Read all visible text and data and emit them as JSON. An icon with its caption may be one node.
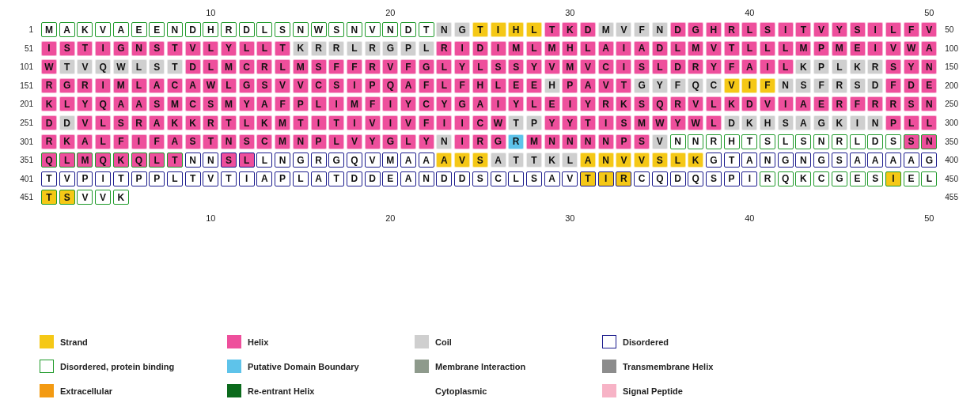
{
  "diagram": {
    "labels": [
      "10",
      "20",
      "30",
      "40",
      "50",
      "1",
      "M",
      "A",
      "K",
      "V",
      "A",
      "E",
      "E",
      "N",
      "D",
      "H",
      "R",
      "D",
      "L",
      "S",
      "N",
      "W",
      "S",
      "N",
      "V",
      "N",
      "D",
      "T",
      "N",
      "G",
      "T",
      "I",
      "H",
      "L",
      "T",
      "K",
      "D",
      "M",
      "V",
      "F",
      "N",
      "D",
      "G",
      "H",
      "R",
      "L",
      "S",
      "I",
      "T",
      "V",
      "Y",
      "S",
      "I",
      "L",
      "F",
      "V",
      "50",
      "51",
      "I",
      "S",
      "T",
      "I",
      "G",
      "N",
      "S",
      "T",
      "V",
      "L",
      "Y",
      "L",
      "L",
      "T",
      "K",
      "R",
      "R",
      "L",
      "R",
      "G",
      "P",
      "L",
      "R",
      "I",
      "D",
      "I",
      "M",
      "L",
      "M",
      "H",
      "L",
      "A",
      "I",
      "A",
      "D",
      "L",
      "M",
      "V",
      "T",
      "L",
      "L",
      "L",
      "M",
      "P",
      "M",
      "E",
      "I",
      "V",
      "W",
      "A",
      "100",
      "101",
      "W",
      "T",
      "V",
      "Q",
      "W",
      "L",
      "S",
      "T",
      "D",
      "L",
      "M",
      "C",
      "R",
      "L",
      "M",
      "S",
      "F",
      "F",
      "R",
      "V",
      "F",
      "G",
      "L",
      "Y",
      "L",
      "S",
      "S",
      "Y",
      "V",
      "M",
      "V",
      "C",
      "I",
      "S",
      "L",
      "D",
      "R",
      "Y",
      "F",
      "A",
      "I",
      "L",
      "K",
      "P",
      "L",
      "K",
      "R",
      "S",
      "Y",
      "N",
      "150",
      "151",
      "R",
      "G",
      "R",
      "I",
      "M",
      "L",
      "A",
      "C",
      "A",
      "W",
      "L",
      "G",
      "S",
      "V",
      "V",
      "C",
      "S",
      "I",
      "P",
      "Q",
      "A",
      "F",
      "L",
      "F",
      "H",
      "L",
      "E",
      "E",
      "H",
      "P",
      "A",
      "V",
      "T",
      "G",
      "Y",
      "F",
      "Q",
      "C",
      "V",
      "I",
      "F",
      "N",
      "S",
      "F",
      "R",
      "S",
      "D",
      "F",
      "D",
      "E",
      "200",
      "201",
      "K",
      "L",
      "Y",
      "Q",
      "A",
      "A",
      "S",
      "M",
      "C",
      "S",
      "M",
      "Y",
      "A",
      "F",
      "P",
      "L",
      "I",
      "M",
      "F",
      "I",
      "Y",
      "C",
      "Y",
      "G",
      "A",
      "I",
      "Y",
      "L",
      "E",
      "I",
      "Y",
      "R",
      "K",
      "S",
      "Q",
      "R",
      "V",
      "L",
      "K",
      "D",
      "V",
      "I",
      "A",
      "E",
      "R",
      "F",
      "R",
      "R",
      "S",
      "N",
      "250",
      "251",
      "D",
      "D",
      "V",
      "L",
      "S",
      "R",
      "A",
      "K",
      "K",
      "R",
      "T",
      "L",
      "K",
      "M",
      "T",
      "I",
      "T",
      "I",
      "V",
      "I",
      "V",
      "F",
      "I",
      "I",
      "C",
      "W",
      "T",
      "P",
      "Y",
      "Y",
      "T",
      "I",
      "S",
      "M",
      "W",
      "Y",
      "W",
      "L",
      "D",
      "K",
      "H",
      "S",
      "A",
      "G",
      "K",
      "I",
      "N",
      "P",
      "L",
      "L",
      "300",
      "301",
      "R",
      "K",
      "A",
      "L",
      "F",
      "I",
      "F",
      "A",
      "S",
      "T",
      "N",
      "S",
      "C",
      "M",
      "N",
      "P",
      "L",
      "V",
      "Y",
      "G",
      "L",
      "Y",
      "N",
      "I",
      "R",
      "G",
      "R",
      "M",
      "N",
      "N",
      "N",
      "N",
      "P",
      "S",
      "V",
      "N",
      "N",
      "R",
      "H",
      "T",
      "S",
      "L",
      "S",
      "N",
      "R",
      "L",
      "D",
      "S",
      "S",
      "N",
      "350",
      "351",
      "Q",
      "L",
      "M",
      "Q",
      "K",
      "Q",
      "L",
      "T",
      "N",
      "N",
      "S",
      "L",
      "L",
      "N",
      "G",
      "R",
      "G",
      "Q",
      "V",
      "M",
      "A",
      "A",
      "A",
      "V",
      "S",
      "A",
      "T",
      "T",
      "K",
      "L",
      "A",
      "N",
      "V",
      "V",
      "S",
      "L",
      "K",
      "G",
      "T",
      "A",
      "N",
      "G",
      "N",
      "G",
      "S",
      "A",
      "A",
      "A",
      "A",
      "G",
      "400",
      "401",
      "T",
      "V",
      "P",
      "I",
      "T",
      "P",
      "P",
      "L",
      "T",
      "V",
      "T",
      "I",
      "A",
      "P",
      "L",
      "A",
      "T",
      "D",
      "D",
      "E",
      "A",
      "N",
      "D",
      "D",
      "S",
      "C",
      "L",
      "S",
      "A",
      "V",
      "T",
      "I",
      "R",
      "C",
      "Q",
      "D",
      "Q",
      "S",
      "P",
      "I",
      "R",
      "Q",
      "K",
      "C",
      "G",
      "E",
      "S",
      "I",
      "E",
      "L",
      "450",
      "451",
      "T",
      "S",
      "V",
      "V",
      "K",
      "455",
      "10",
      "20",
      "30",
      "40",
      "50"
    ],
    "legend": [
      {
        "text": "Strand",
        "color": "#f5c816"
      },
      {
        "text": "Helix",
        "color": "#ee4f9c"
      },
      {
        "text": "Coil",
        "color": "#cfcfcf"
      },
      {
        "text": "Disordered"
      },
      {
        "text": "Disordered, protein binding"
      },
      {
        "text": "Putative Domain Boundary",
        "color": "#5ec3ea"
      },
      {
        "text": "Membrane Interaction",
        "color": "#8e9a8c"
      },
      {
        "text": "Transmembrane Helix",
        "color": "#8c8c8c"
      },
      {
        "text": "Extracellular",
        "color": "#f39a12"
      },
      {
        "text": "Re-entrant Helix",
        "color": "#0b6a1c"
      },
      {
        "text": "Cytoplasmic"
      },
      {
        "text": "Signal Peptide",
        "color": "#f7b3c6"
      }
    ]
  }
}
